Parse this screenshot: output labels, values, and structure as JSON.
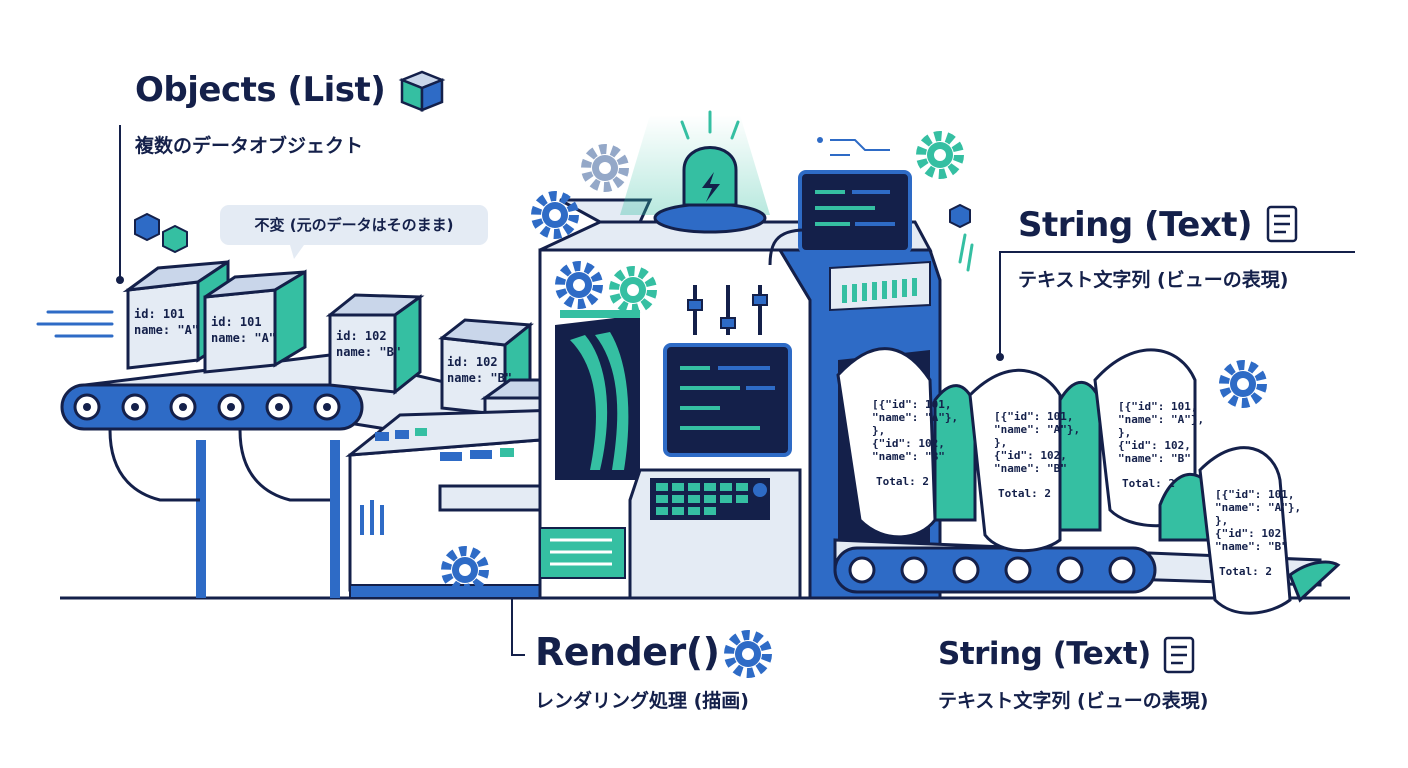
{
  "objects": {
    "title": "Objects (List)",
    "subtitle": "複数のデータオブジェクト",
    "bubble": "不変 (元のデータはそのまま)",
    "boxes": [
      {
        "id": "id: 101",
        "name": "name: \"A\""
      },
      {
        "id": "id: 101",
        "name": "name: \"A\""
      },
      {
        "id": "id: 102",
        "name": "name: \"B\""
      },
      {
        "id": "id: 102",
        "name": "name: \"B\""
      }
    ]
  },
  "render": {
    "title": "Render()",
    "subtitle": "レンダリング処理 (描画)"
  },
  "string_top": {
    "title": "String (Text)",
    "subtitle": "テキスト文字列 (ビューの表現)"
  },
  "string_bottom": {
    "title": "String (Text)",
    "subtitle": "テキスト文字列 (ビューの表現)"
  },
  "paper": {
    "lines": [
      "[{\"id\": 101,",
      "\"name\": \"A\"},",
      "},",
      "{\"id\": 102,",
      "\"name\": \"B\""
    ],
    "total": "Total: 2"
  },
  "colors": {
    "navy": "#14204a",
    "blue": "#2e6bc6",
    "teal": "#35bfa2",
    "light": "#e4ebf4"
  }
}
